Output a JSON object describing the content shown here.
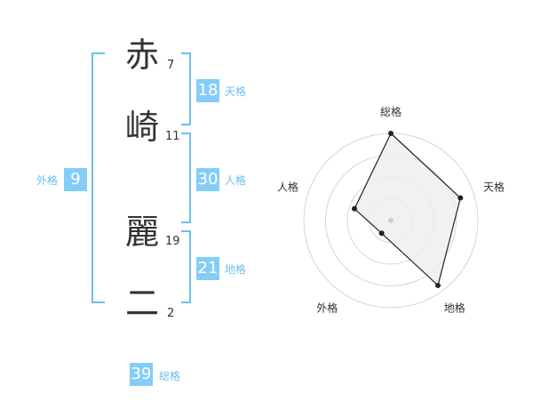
{
  "name": {
    "chars": [
      {
        "char": "赤",
        "strokes": "7"
      },
      {
        "char": "崎",
        "strokes": "11"
      },
      {
        "char": "麗",
        "strokes": "19"
      },
      {
        "char": "二",
        "strokes": "2"
      }
    ]
  },
  "kakusu": {
    "tenkaku": {
      "value": "18",
      "label": "天格"
    },
    "jinkaku": {
      "value": "30",
      "label": "人格"
    },
    "chikaku": {
      "value": "21",
      "label": "地格"
    },
    "gaikaku": {
      "value": "9",
      "label": "外格"
    },
    "soukaku": {
      "value": "39",
      "label": "総格"
    }
  },
  "colors": {
    "bracket": "#6bbfee",
    "badge": "#84cdf7",
    "radar_fill": "#eeeeee",
    "radar_stroke": "#222222",
    "ring": "#cccccc"
  },
  "chart_data": {
    "type": "radar",
    "axes": [
      "総格",
      "天格",
      "地格",
      "外格",
      "人格"
    ],
    "values": [
      5,
      4.2,
      4.6,
      0.9,
      2.2
    ],
    "max": 5,
    "rings": 4
  }
}
